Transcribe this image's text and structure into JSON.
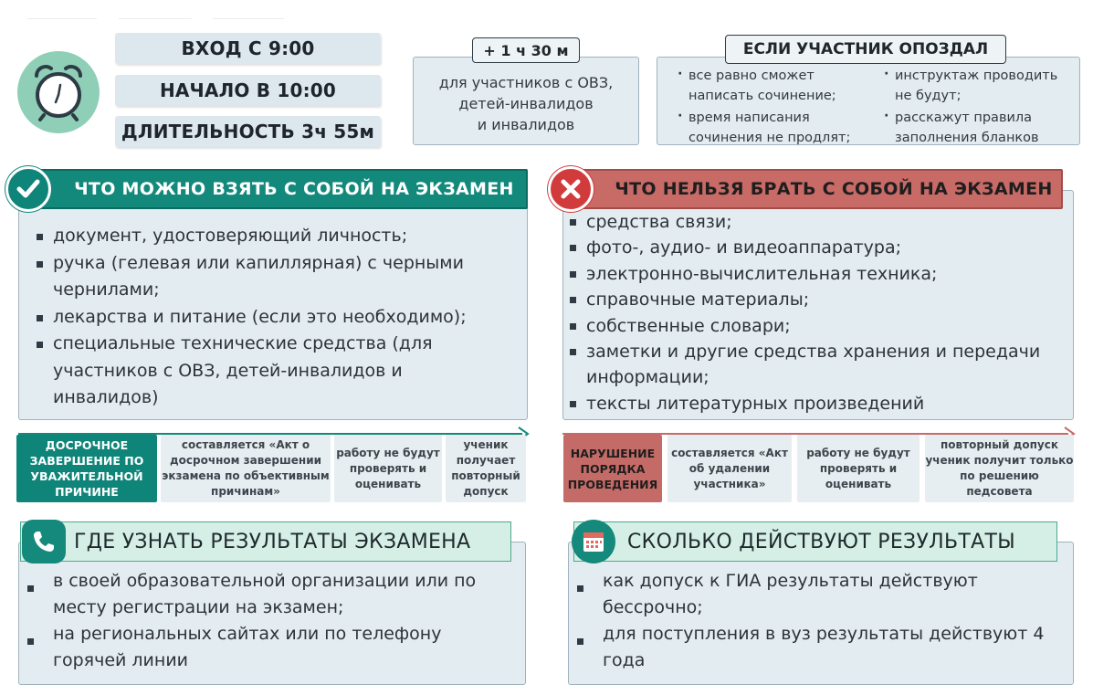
{
  "timing": {
    "entry": "ВХОД С 9:00",
    "start": "НАЧАЛО В 10:00",
    "duration": "ДЛИТЕЛЬНОСТЬ 3ч 55м"
  },
  "ovz": {
    "tag": "+ 1 ч 30 м",
    "lines": [
      "для участников с ОВЗ,",
      "детей-инвалидов",
      "и инвалидов"
    ]
  },
  "late": {
    "title": "ЕСЛИ УЧАСТНИК ОПОЗДАЛ",
    "left_items": [
      "все равно сможет написать сочинение;",
      "время написания сочинения не продлят;"
    ],
    "right_items": [
      "инструктаж проводить не будут;",
      "расскажут правила заполнения бланков"
    ]
  },
  "can_take": {
    "title": "ЧТО МОЖНО ВЗЯТЬ С СОБОЙ НА ЭКЗАМЕН",
    "items": [
      "документ, удостоверяющий личность;",
      "ручка (гелевая или капиллярная) с черными чернилами;",
      "лекарства и питание (если это необходимо);",
      "специальные технические средства (для участников с ОВЗ, детей-инвалидов и инвалидов)"
    ]
  },
  "cannot_take": {
    "title": "ЧТО НЕЛЬЗЯ БРАТЬ С СОБОЙ НА ЭКЗАМЕН",
    "items": [
      "средства связи;",
      "фото-, аудио- и видеоаппаратура;",
      "электронно-вычислительная техника;",
      "справочные материалы;",
      "собственные словари;",
      "заметки и другие средства хранения и передачи информации;",
      "тексты литературных произведений"
    ]
  },
  "early_finish": {
    "steps": [
      "ДОСРОЧНОЕ ЗАВЕРШЕНИЕ ПО УВАЖИТЕЛЬНОЙ ПРИЧИНЕ",
      "составляется «Акт о досрочном завершении экзамена по объективным причинам»",
      "работу не будут проверять и оценивать",
      "ученик получает повторный допуск"
    ]
  },
  "violation": {
    "steps": [
      "НАРУШЕНИЕ ПОРЯДКА ПРОВЕДЕНИЯ",
      "составляется «Акт об удалении участника»",
      "работу не будут проверять и оценивать",
      "повторный допуск ученик получит только по решению педсовета"
    ]
  },
  "results_where": {
    "title": "ГДЕ УЗНАТЬ РЕЗУЛЬТАТЫ ЭКЗАМЕНА",
    "items": [
      "в своей образовательной организации или по месту регистрации на экзамен;",
      "на региональных сайтах или по телефону горячей линии"
    ]
  },
  "results_valid": {
    "title": "СКОЛЬКО ДЕЙСТВУЮТ РЕЗУЛЬТАТЫ",
    "items": [
      "как допуск к ГИА результаты действуют бессрочно;",
      "для поступления в вуз результаты действуют 4 года"
    ]
  },
  "colors": {
    "green": "#13897c",
    "red": "#c86a66",
    "box_bg": "#e3ecf1",
    "mint_head": "#d6efe6"
  },
  "icons": [
    "alarm-clock-icon",
    "check-icon",
    "cross-icon",
    "phone-icon",
    "calendar-icon"
  ]
}
